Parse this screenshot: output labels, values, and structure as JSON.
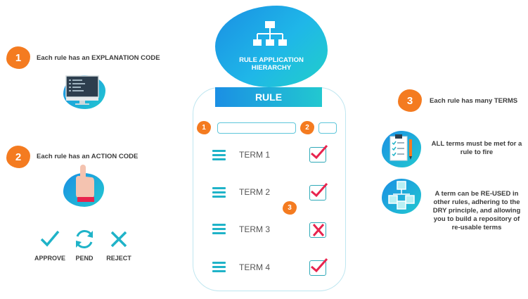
{
  "hero": {
    "title_line1": "RULE APPLICATION",
    "title_line2": "HIERARCHY"
  },
  "left": {
    "item1": {
      "number": "1",
      "text": "Each rule has an EXPLANATION CODE"
    },
    "item2": {
      "number": "2",
      "text": "Each rule has an ACTION CODE"
    },
    "actions": [
      "APPROVE",
      "PEND",
      "REJECT"
    ]
  },
  "rule_card": {
    "header": "RULE",
    "field_markers": [
      "1",
      "2"
    ],
    "center_marker": "3",
    "terms": [
      {
        "label": "TERM 1",
        "state": "checked"
      },
      {
        "label": "TERM 2",
        "state": "checked"
      },
      {
        "label": "TERM 3",
        "state": "rejected"
      },
      {
        "label": "TERM 4",
        "state": "checked"
      }
    ]
  },
  "right": {
    "item3": {
      "number": "3",
      "text": "Each rule has many TERMS"
    },
    "note1_line1": "ALL terms must be met for a",
    "note1_line2": "rule to fire",
    "note2_lines": [
      "A term can be RE-USED in",
      "other rules, adhering to the",
      "DRY principle, and allowing",
      "you to build a repository of",
      "re-usable terms"
    ]
  },
  "colors": {
    "accent_orange": "#f47b20",
    "teal": "#1fb3c8",
    "blue": "#1b8fe4",
    "check_red": "#e8244e"
  }
}
